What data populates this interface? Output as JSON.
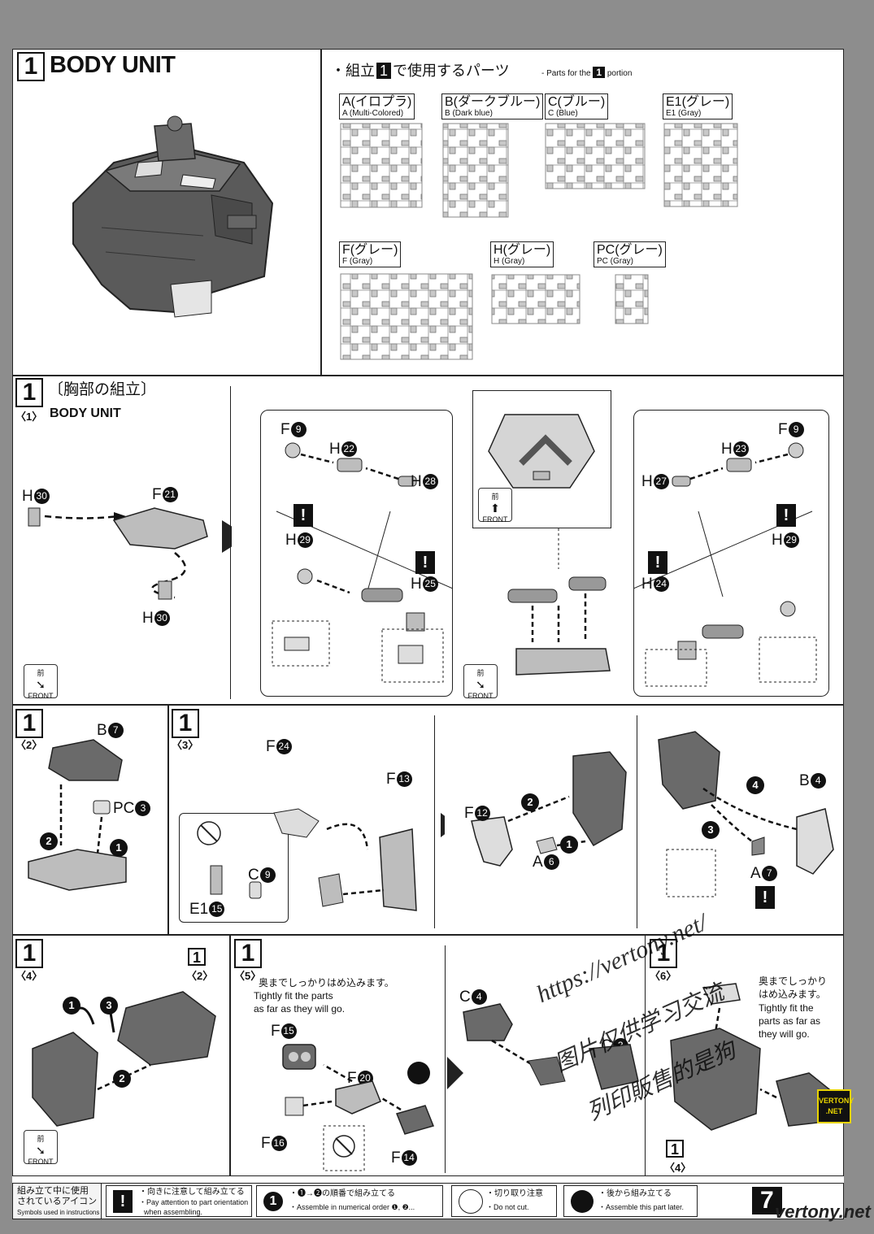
{
  "header": {
    "step_number": "1",
    "title": "BODY UNIT",
    "parts_title_jp_pre": "・組立",
    "parts_title_jp_num": "1",
    "parts_title_jp_post": "で使用するパーツ",
    "parts_title_en_pre": "- Parts for the",
    "parts_title_en_num": "1",
    "parts_title_en_post": "portion"
  },
  "runners": [
    {
      "jp": "A(イロプラ)",
      "en": "A (Multi-Colored)"
    },
    {
      "jp": "B(ダークブルー)",
      "en": "B (Dark blue)"
    },
    {
      "jp": "C(ブルー)",
      "en": "C (Blue)"
    },
    {
      "jp": "E1(グレー)",
      "en": "E1 (Gray)"
    },
    {
      "jp": "F(グレー)",
      "en": "F (Gray)"
    },
    {
      "jp": "H(グレー)",
      "en": "H (Gray)"
    },
    {
      "jp": "PC(グレー)",
      "en": "PC (Gray)"
    }
  ],
  "step1": {
    "num": "1",
    "title_jp": "〔胸部の組立〕",
    "sub": "〈1〉",
    "sub_title": "BODY UNIT",
    "labels": {
      "h30a": "H",
      "h30a_n": "30",
      "f21": "F",
      "f21_n": "21",
      "h30b": "H",
      "h30b_n": "30",
      "f9l": "F",
      "f9l_n": "9",
      "h22": "H",
      "h22_n": "22",
      "h28": "H",
      "h28_n": "28",
      "h29l": "H",
      "h29l_n": "29",
      "h25": "H",
      "h25_n": "25",
      "f9r": "F",
      "f9r_n": "9",
      "h23": "H",
      "h23_n": "23",
      "h27": "H",
      "h27_n": "27",
      "h29r": "H",
      "h29r_n": "29",
      "h24": "H",
      "h24_n": "24"
    },
    "front_jp": "前",
    "front_en": "FRONT"
  },
  "step2": {
    "num": "1",
    "sub": "〈2〉",
    "b7": "B",
    "b7_n": "7",
    "pc3": "PC",
    "pc3_n": "3",
    "o1": "1",
    "o2": "2"
  },
  "step3": {
    "num": "1",
    "sub": "〈3〉",
    "f24": "F",
    "f24_n": "24",
    "f13": "F",
    "f13_n": "13",
    "c9": "C",
    "c9_n": "9",
    "e115": "E1",
    "e115_n": "15",
    "f12": "F",
    "f12_n": "12",
    "a6": "A",
    "a6_n": "6",
    "b4": "B",
    "b4_n": "4",
    "a7": "A",
    "a7_n": "7",
    "o1": "1",
    "o2": "2",
    "o3": "3",
    "o4": "4"
  },
  "step4": {
    "num": "1",
    "sub": "〈4〉",
    "ref_num": "1",
    "ref_sub": "〈2〉",
    "o1": "1",
    "o2": "2",
    "o3": "3"
  },
  "step5": {
    "num": "1",
    "sub": "〈5〉",
    "note_jp": "奥までしっかりはめ込みます。",
    "note_en1": "Tightly fit the parts",
    "note_en2": "as far as they will go.",
    "f15": "F",
    "f15_n": "15",
    "f20": "F",
    "f20_n": "20",
    "f16": "F",
    "f16_n": "16",
    "f14": "F",
    "f14_n": "14",
    "c4": "C",
    "c4_n": "4",
    "c3": "C",
    "c3_n": "3"
  },
  "step6": {
    "num": "1",
    "sub": "〈6〉",
    "note_jp1": "奥までしっかり",
    "note_jp2": "はめ込みます。",
    "note_en1": "Tightly fit the",
    "note_en2": "parts as far as",
    "note_en3": "they will go.",
    "ref_num": "1",
    "ref_sub": "〈4〉"
  },
  "legend": {
    "title_jp1": "組み立て中に使用",
    "title_jp2": "されているアイコン",
    "title_en": "Symbols used in instructions",
    "i1_jp": "・向きに注意して組み立てる",
    "i1_en1": "・Pay attention to part orientation",
    "i1_en2": "when assembling.",
    "i2_jp": "・❶→❷の順番で組み立てる",
    "i2_en": "・Assemble in numerical order ❶, ❷...",
    "i3_jp": "・切り取り注意",
    "i3_en": "・Do not cut.",
    "i4_jp": "・後から組み立てる",
    "i4_en": "・Assemble this part later."
  },
  "page_number": "7",
  "watermarks": {
    "url": "https://vertony.net/",
    "cn1": "图片仅供学习交流",
    "cn2": "列印販售的是狗",
    "badge1": "VERTONY",
    "badge2": ".NET",
    "footer": "vertony.net"
  },
  "colors": {
    "part_fill": "#bdbdbd",
    "part_dark": "#555555",
    "background": "#8d8d8d",
    "ink": "#111111"
  }
}
